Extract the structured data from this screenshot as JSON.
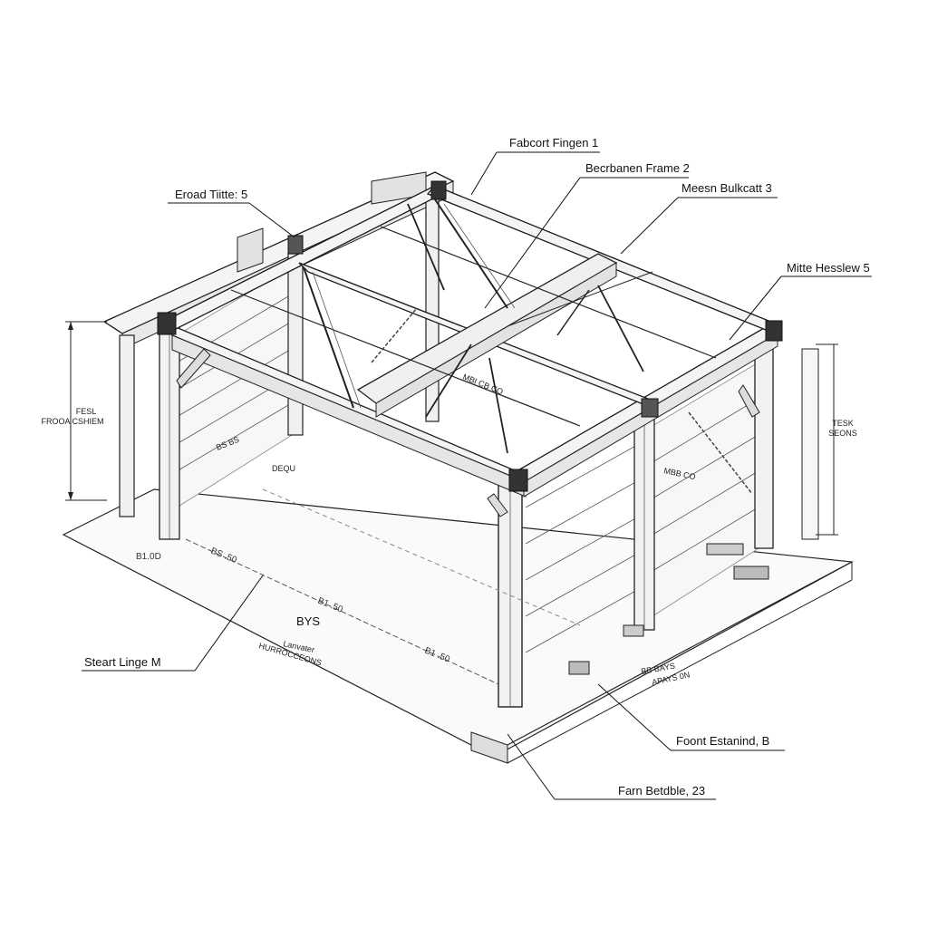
{
  "callouts": {
    "c1": "Fabcort Fingen 1",
    "c2": "Becrbanen Frame 2",
    "c3": "Meesn Bulkcatt 3",
    "c4": "Mitte Hesslew 5",
    "c5": "Eroad Tiitte: 5",
    "c6": "Steart Linge M",
    "c7": "Foont Estanind, B",
    "c8": "Farn Betdble, 23"
  },
  "dimensions": {
    "left_height_1": "FESL",
    "left_height_2": "FROOA CSHIEM",
    "right_height_1": "TESK",
    "right_height_2": "SEONS",
    "left_base": "B1.0D",
    "front_a": "BS .50",
    "front_b": "B1 .50",
    "front_c": "B1 .50",
    "center_name": "BYS",
    "center_sub_1": "Lanvater",
    "center_sub_2": "HURROCCEONS",
    "right_base_1": "BB BAYS",
    "right_base_2": "APAYS 0N",
    "floor_mark": "DEQU",
    "left_side_mark": "BS BS",
    "mid_roof_mark": "MBI  CB  CO",
    "right_mark": "MBB CO"
  }
}
